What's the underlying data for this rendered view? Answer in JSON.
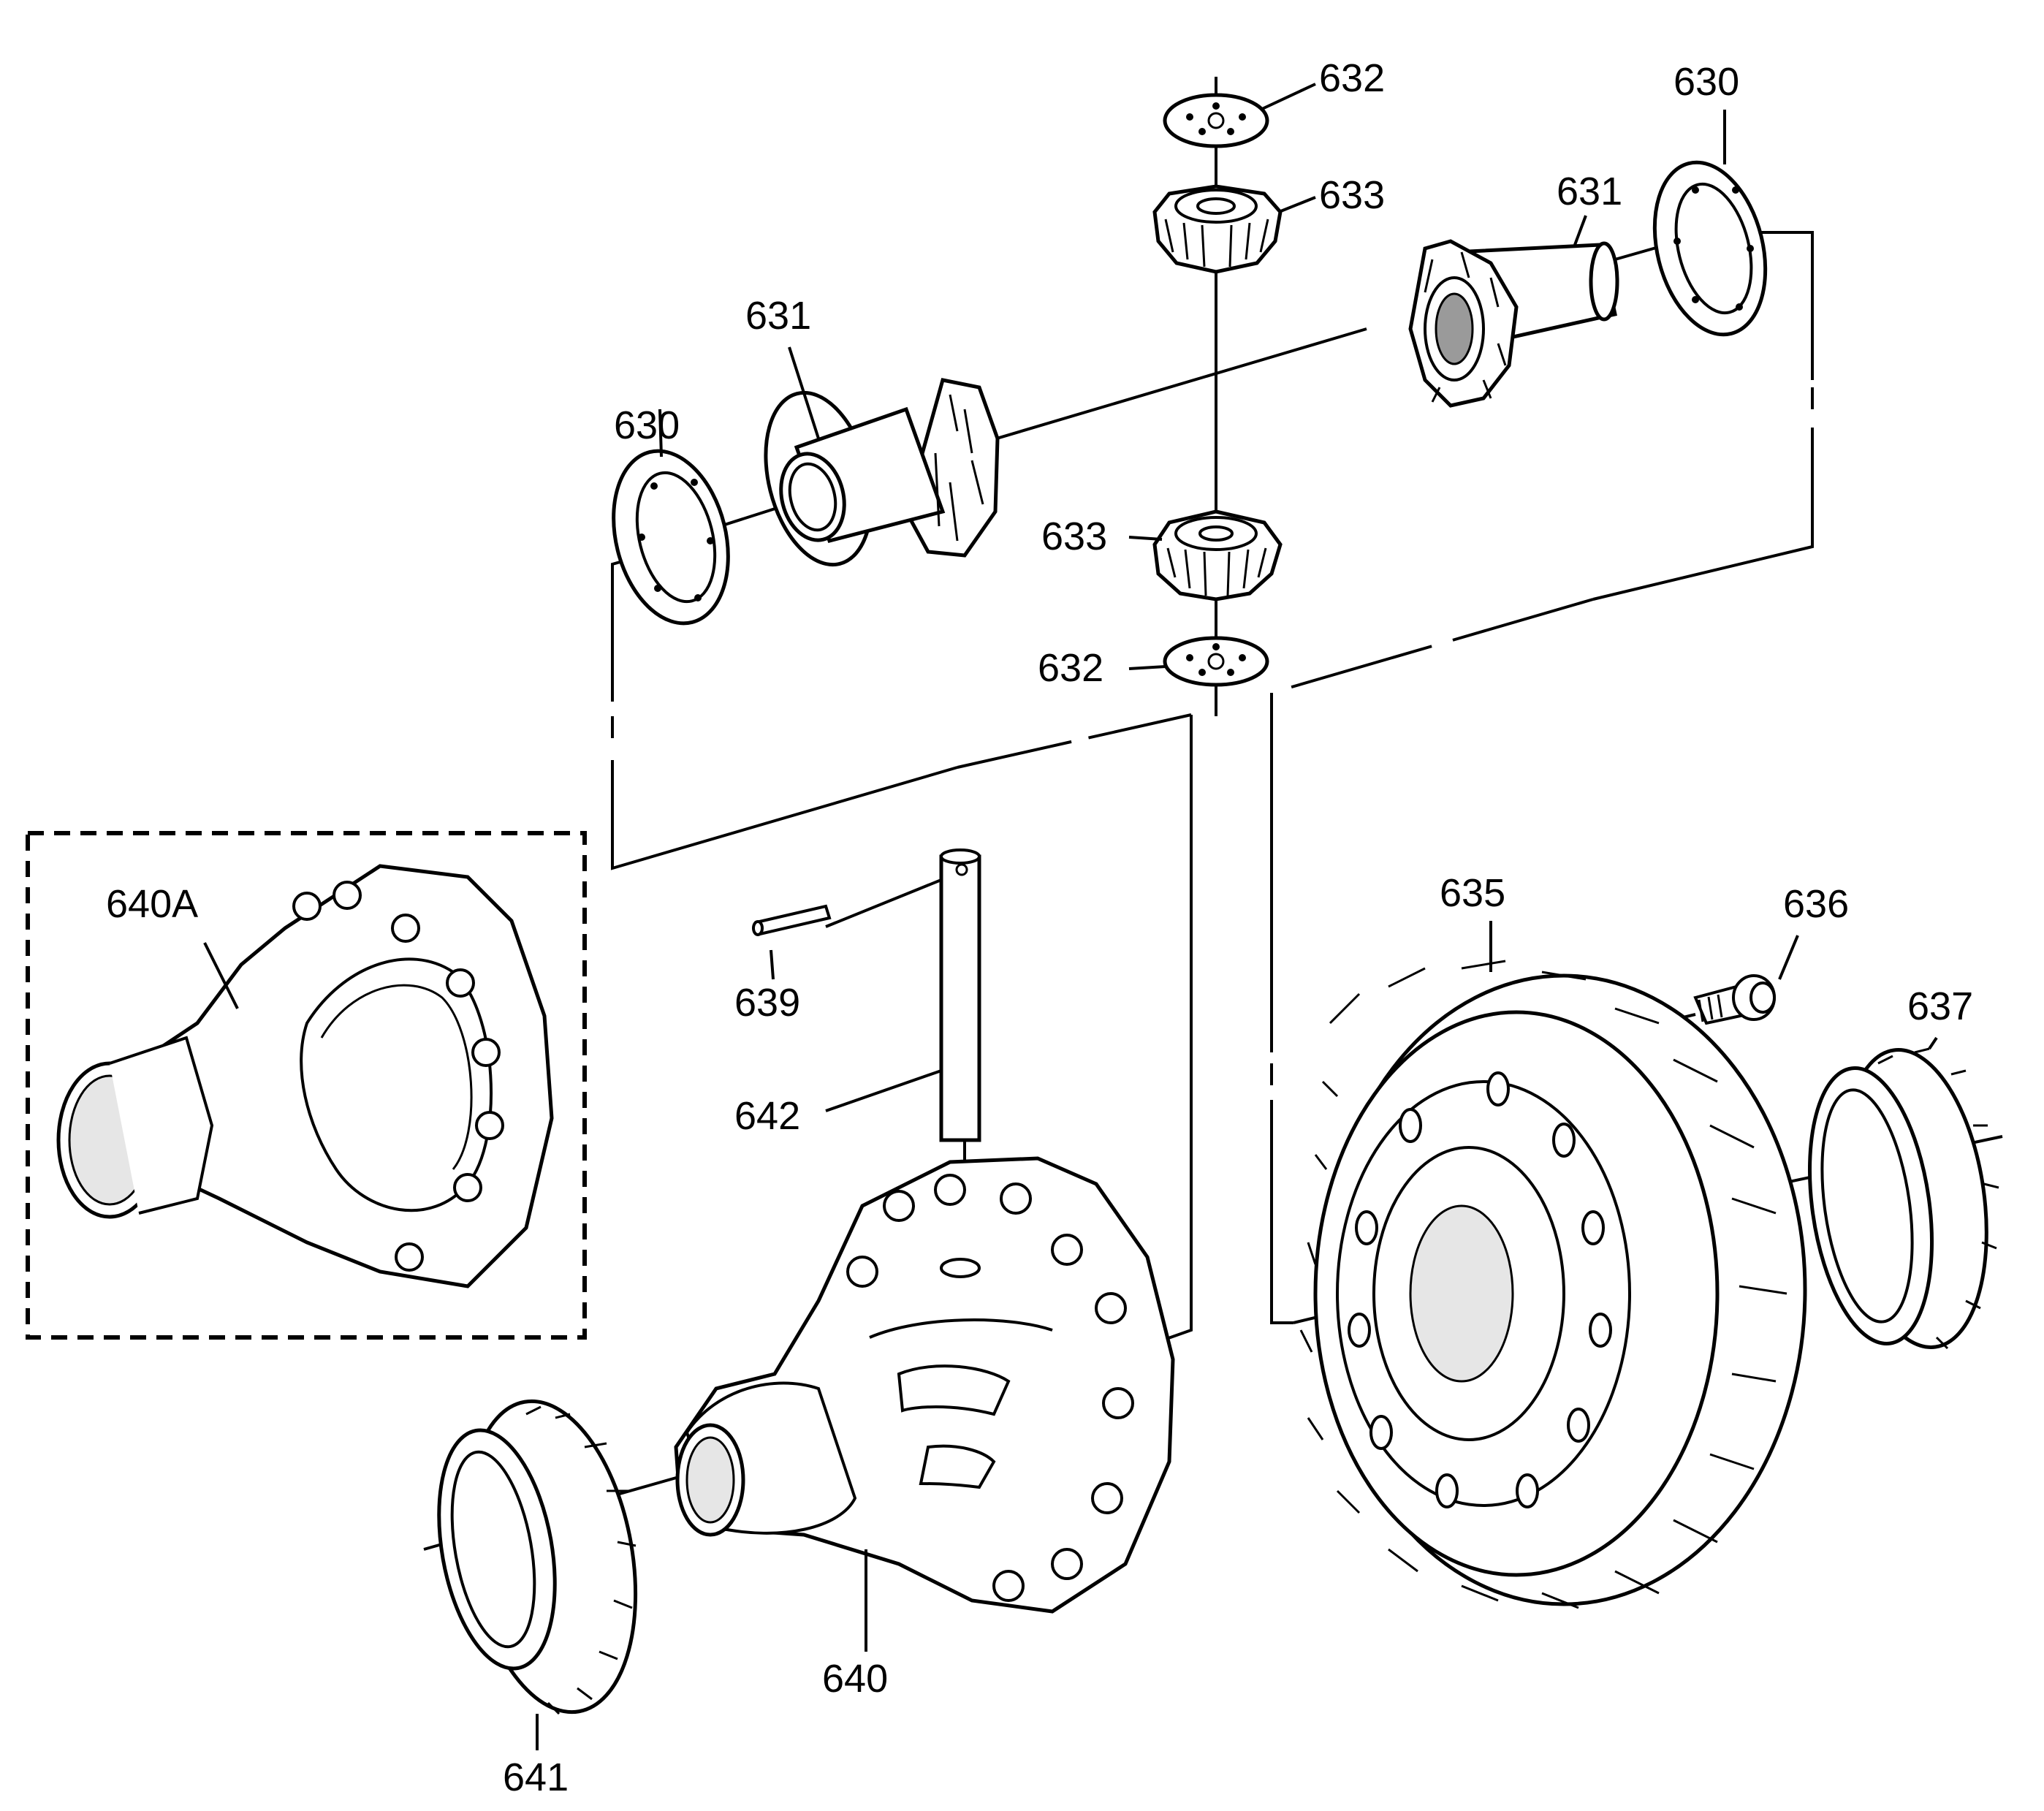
{
  "diagram": {
    "labels": {
      "l630_left": "630",
      "l631_left": "631",
      "l632_top": "632",
      "l633_top": "633",
      "l631_right": "631",
      "l630_right": "630",
      "l633_mid": "633",
      "l632_bot": "632",
      "l640A": "640A",
      "l639": "639",
      "l642": "642",
      "l635": "635",
      "l636": "636",
      "l637": "637",
      "l641": "641",
      "l640": "640"
    }
  }
}
